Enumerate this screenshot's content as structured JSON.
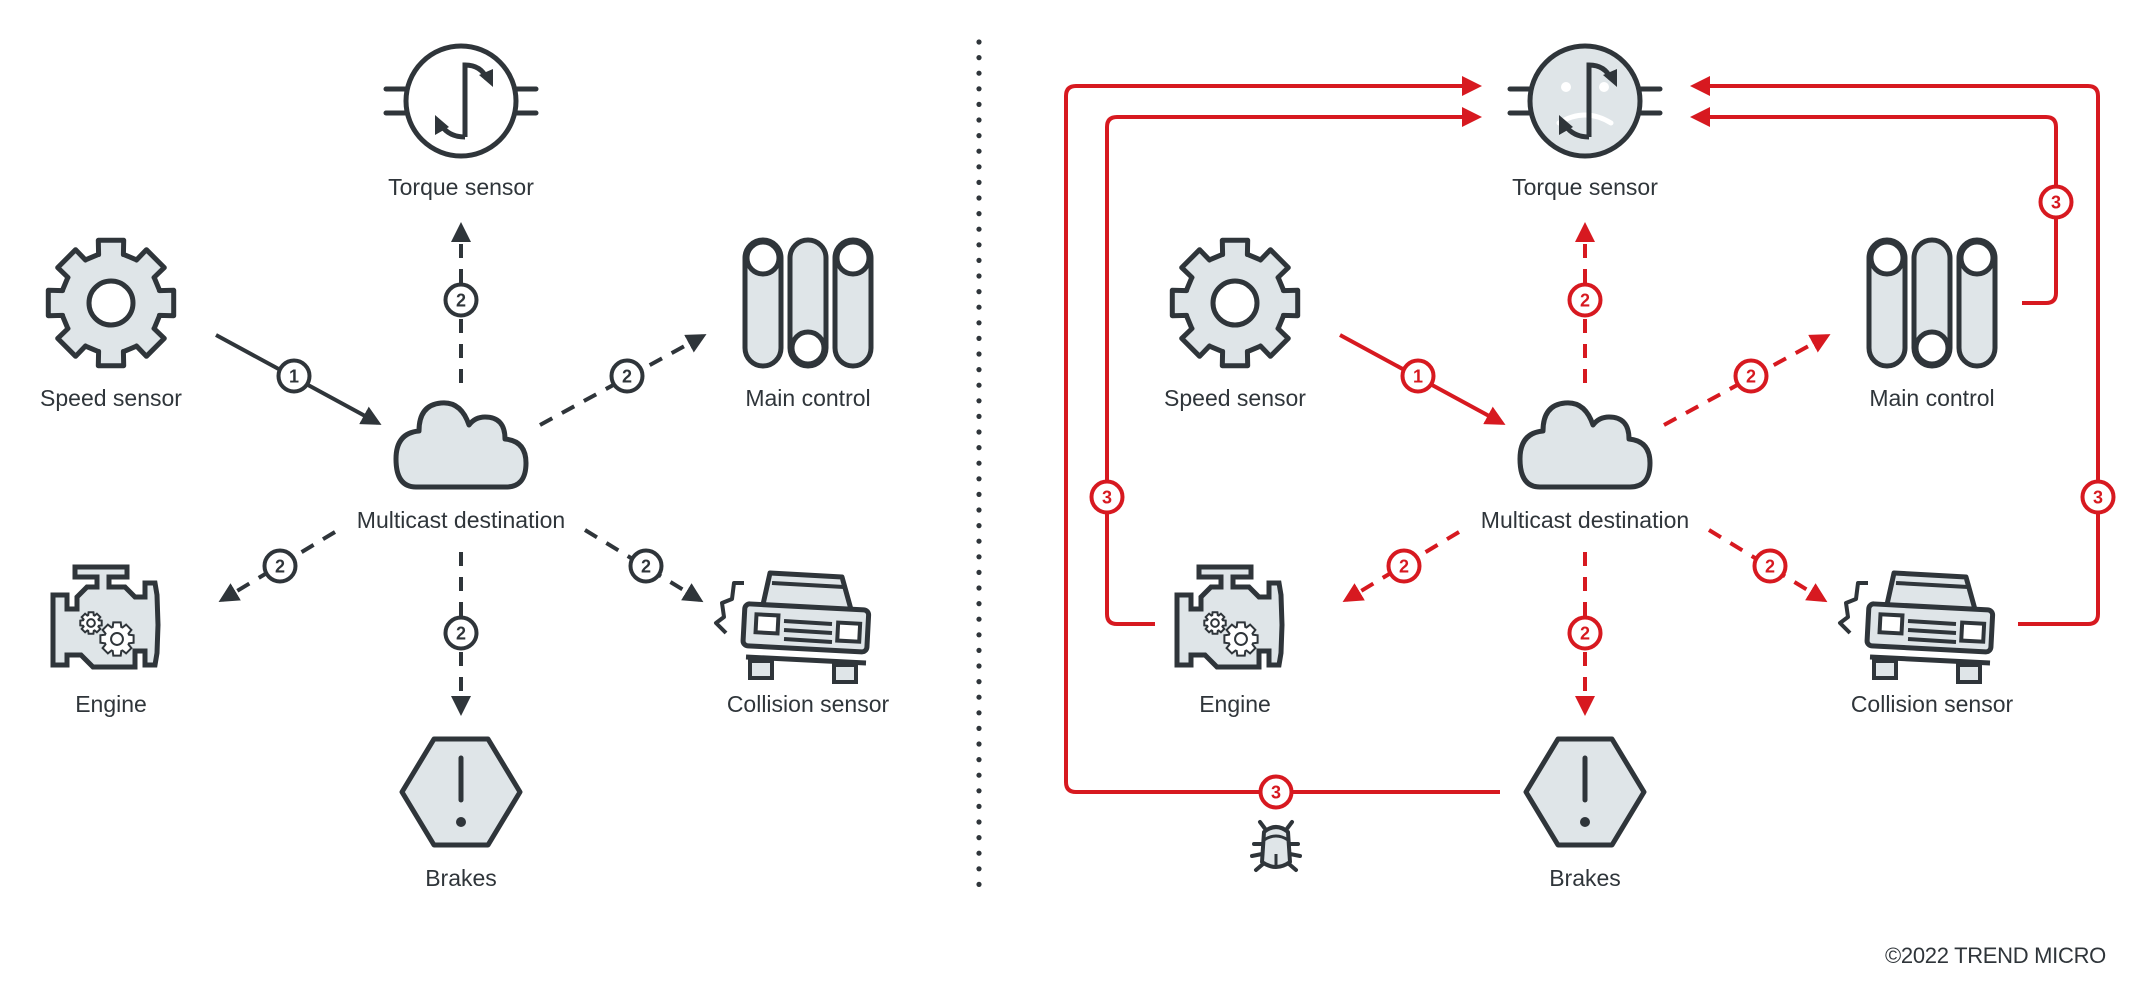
{
  "diagram": {
    "title": "Multicast message spoofing: normal vs. attacked",
    "colors": {
      "ink": "#2f353a",
      "fill": "#dfe5e8",
      "attack": "#d71920",
      "background": "#ffffff"
    },
    "panels": [
      {
        "id": "normal",
        "theme": "ink",
        "nodes": {
          "torque": {
            "label": "Torque sensor",
            "icon": "torque-sensor-icon"
          },
          "speed": {
            "label": "Speed sensor",
            "icon": "gear-icon"
          },
          "main": {
            "label": "Main control",
            "icon": "cylinders-icon"
          },
          "multicast": {
            "label": "Multicast destination",
            "icon": "cloud-icon"
          },
          "engine": {
            "label": "Engine",
            "icon": "engine-icon"
          },
          "collision": {
            "label": "Collision sensor",
            "icon": "car-crash-icon"
          },
          "brakes": {
            "label": "Brakes",
            "icon": "warning-hexagon-icon"
          }
        },
        "edges": [
          {
            "from": "speed",
            "to": "multicast",
            "step": "1",
            "style": "solid"
          },
          {
            "from": "multicast",
            "to": "torque",
            "step": "2",
            "style": "dashed"
          },
          {
            "from": "multicast",
            "to": "main",
            "step": "2",
            "style": "dashed"
          },
          {
            "from": "multicast",
            "to": "engine",
            "step": "2",
            "style": "dashed"
          },
          {
            "from": "multicast",
            "to": "collision",
            "step": "2",
            "style": "dashed"
          },
          {
            "from": "multicast",
            "to": "brakes",
            "step": "2",
            "style": "dashed"
          }
        ]
      },
      {
        "id": "attacked",
        "theme": "attack",
        "nodes": {
          "torque": {
            "label": "Torque sensor",
            "icon": "torque-sensor-sad-icon",
            "state": "overwhelmed"
          },
          "speed": {
            "label": "Speed sensor",
            "icon": "gear-icon"
          },
          "main": {
            "label": "Main control",
            "icon": "cylinders-icon"
          },
          "multicast": {
            "label": "Multicast destination",
            "icon": "cloud-icon"
          },
          "engine": {
            "label": "Engine",
            "icon": "engine-icon"
          },
          "collision": {
            "label": "Collision sensor",
            "icon": "car-crash-icon"
          },
          "brakes": {
            "label": "Brakes",
            "icon": "warning-hexagon-icon"
          },
          "bug": {
            "label": "",
            "icon": "bug-icon"
          }
        },
        "edges": [
          {
            "from": "speed",
            "to": "multicast",
            "step": "1",
            "style": "solid"
          },
          {
            "from": "multicast",
            "to": "torque",
            "step": "2",
            "style": "dashed"
          },
          {
            "from": "multicast",
            "to": "main",
            "step": "2",
            "style": "dashed"
          },
          {
            "from": "multicast",
            "to": "engine",
            "step": "2",
            "style": "dashed"
          },
          {
            "from": "multicast",
            "to": "collision",
            "step": "2",
            "style": "dashed"
          },
          {
            "from": "multicast",
            "to": "brakes",
            "step": "2",
            "style": "dashed"
          },
          {
            "from": "brakes",
            "to": "torque",
            "step": "3",
            "style": "solid"
          },
          {
            "from": "engine",
            "to": "torque",
            "step": "3",
            "style": "solid"
          },
          {
            "from": "main",
            "to": "torque",
            "step": "3",
            "style": "solid"
          },
          {
            "from": "collision",
            "to": "torque",
            "step": "3",
            "style": "solid"
          }
        ]
      }
    ],
    "divider": "dotted-vertical",
    "copyright": "©2022 TREND MICRO"
  }
}
